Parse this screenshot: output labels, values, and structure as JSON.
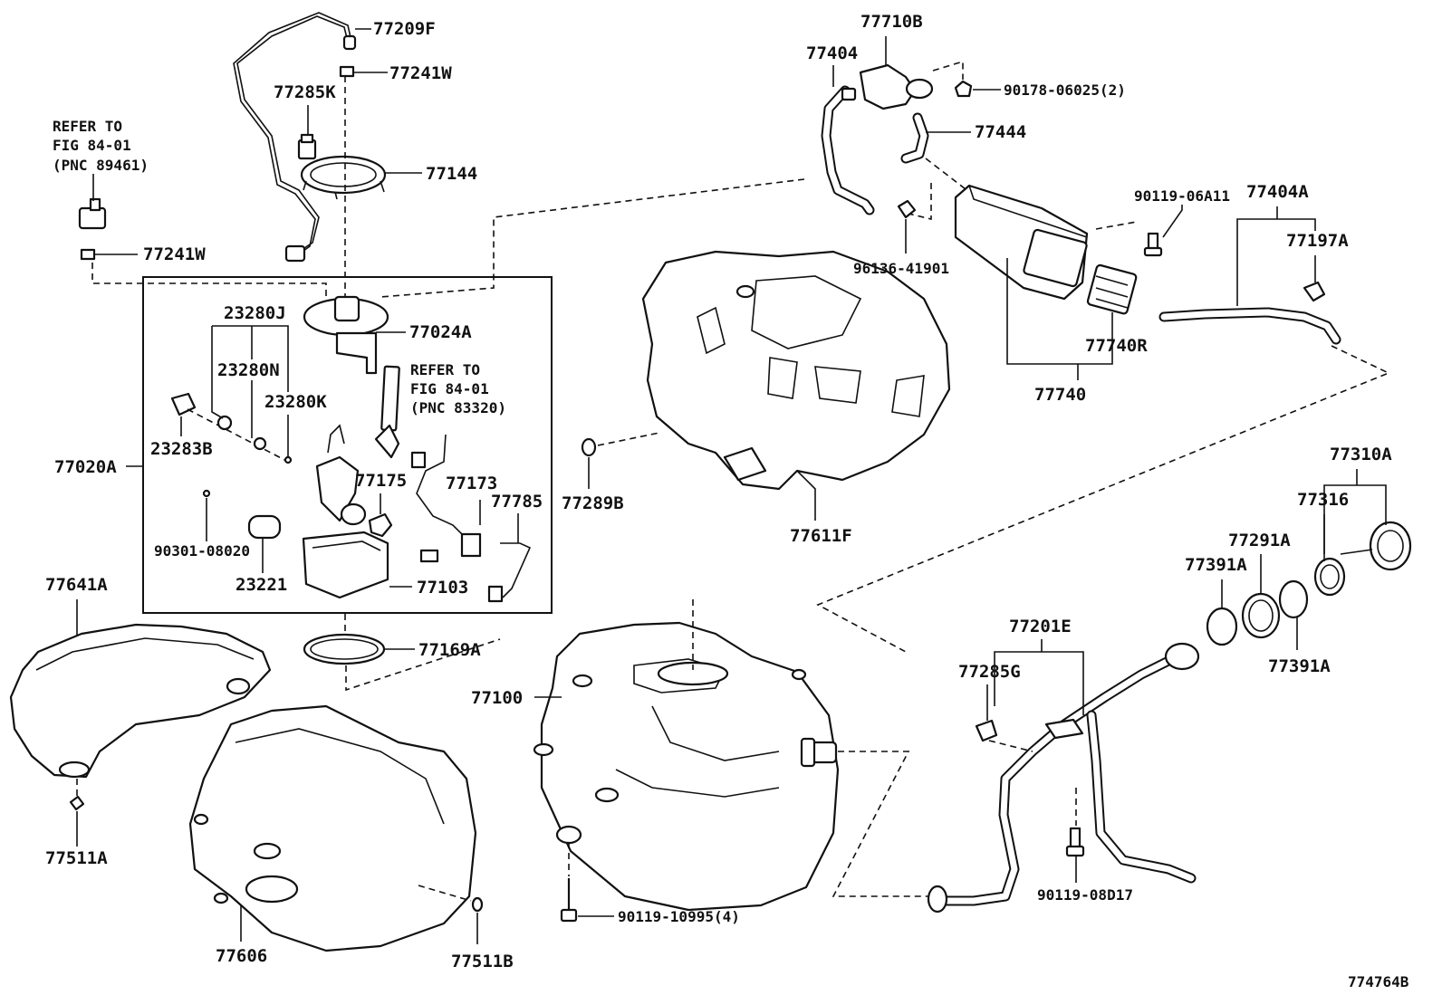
{
  "diagram_id": "774764B",
  "labels": {
    "p77209F": "77209F",
    "p77241W_top": "77241W",
    "p77285K": "77285K",
    "p77144": "77144",
    "refer1_line1": "REFER TO",
    "refer1_line2": "FIG 84-01",
    "refer1_line3": "(PNC 89461)",
    "p77241W_left": "77241W",
    "p23280J": "23280J",
    "p23280N": "23280N",
    "p23280K": "23280K",
    "p77024A": "77024A",
    "refer2_line1": "REFER TO",
    "refer2_line2": "FIG 84-01",
    "refer2_line3": "(PNC 83320)",
    "p23283B": "23283B",
    "p77020A": "77020A",
    "p77175": "77175",
    "p77173": "77173",
    "p77785": "77785",
    "p90301_08020": "90301-08020",
    "p23221": "23221",
    "p77103": "77103",
    "p77641A": "77641A",
    "p77169A": "77169A",
    "p77100": "77100",
    "p77511A": "77511A",
    "p77606": "77606",
    "p77511B": "77511B",
    "p90119_10995": "90119-10995(4)",
    "p77710B": "77710B",
    "p77404": "77404",
    "p90178_06025": "90178-06025(2)",
    "p77444": "77444",
    "p96136_41901": "96136-41901",
    "p90119_06A11": "90119-06A11",
    "p77404A": "77404A",
    "p77197A": "77197A",
    "p77740R": "77740R",
    "p77740": "77740",
    "p77289B": "77289B",
    "p77611F": "77611F",
    "p77310A": "77310A",
    "p77316": "77316",
    "p77291A": "77291A",
    "p77391A_top": "77391A",
    "p77391A_bottom": "77391A",
    "p77201E": "77201E",
    "p77285G": "77285G",
    "p90119_08D17": "90119-08D17"
  }
}
